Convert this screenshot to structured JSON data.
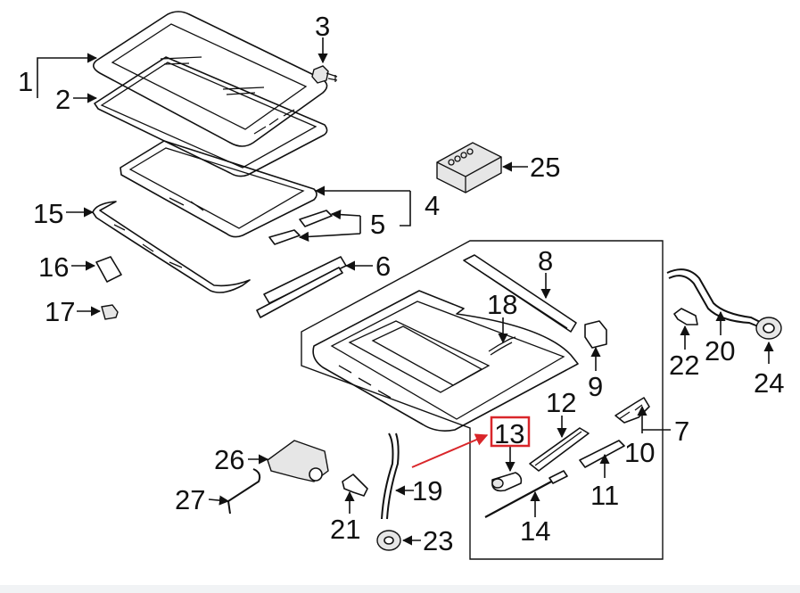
{
  "diagram": {
    "callouts": [
      {
        "id": "1",
        "label": "1"
      },
      {
        "id": "2",
        "label": "2"
      },
      {
        "id": "3",
        "label": "3"
      },
      {
        "id": "4",
        "label": "4"
      },
      {
        "id": "5",
        "label": "5"
      },
      {
        "id": "6",
        "label": "6"
      },
      {
        "id": "7",
        "label": "7"
      },
      {
        "id": "8",
        "label": "8"
      },
      {
        "id": "9",
        "label": "9"
      },
      {
        "id": "10",
        "label": "10"
      },
      {
        "id": "11",
        "label": "11"
      },
      {
        "id": "12",
        "label": "12"
      },
      {
        "id": "13",
        "label": "13"
      },
      {
        "id": "14",
        "label": "14"
      },
      {
        "id": "15",
        "label": "15"
      },
      {
        "id": "16",
        "label": "16"
      },
      {
        "id": "17",
        "label": "17"
      },
      {
        "id": "18",
        "label": "18"
      },
      {
        "id": "19",
        "label": "19"
      },
      {
        "id": "20",
        "label": "20"
      },
      {
        "id": "21",
        "label": "21"
      },
      {
        "id": "22",
        "label": "22"
      },
      {
        "id": "23",
        "label": "23"
      },
      {
        "id": "24",
        "label": "24"
      },
      {
        "id": "25",
        "label": "25"
      },
      {
        "id": "26",
        "label": "26"
      },
      {
        "id": "27",
        "label": "27"
      }
    ],
    "highlight": {
      "callout": "13",
      "color": "#d9262a"
    },
    "line_color": "#111111"
  }
}
